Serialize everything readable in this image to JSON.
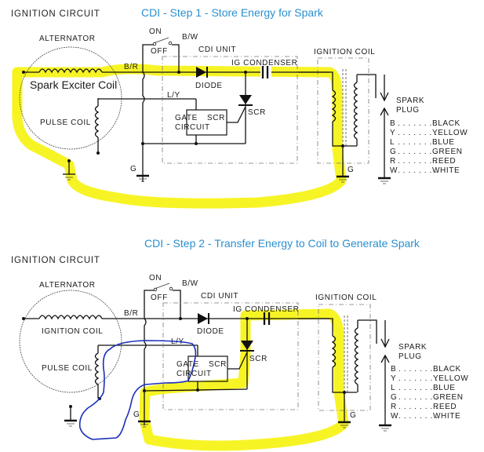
{
  "steps": [
    {
      "section_title": "IGNITION CIRCUIT",
      "step_title": "CDI - Step 1 - Store Energy for Spark",
      "labels": {
        "alternator": "ALTERNATOR",
        "source_coil": "Spark Exciter Coil",
        "pulse_coil": "PULSE COIL",
        "switch_on": "ON",
        "switch_off": "OFF",
        "wire_bw": "B/W",
        "wire_br": "B/R",
        "wire_ly": "L/Y",
        "cdi_unit": "CDI UNIT",
        "diode": "DIODE",
        "condenser": "IG CONDENSER",
        "gate": "GATE",
        "circuit": "CIRCUIT",
        "gate_scr": "SCR",
        "scr": "SCR",
        "ignition_coil": "IGNITION COIL",
        "spark": "SPARK",
        "plug": "PLUG",
        "ground_cdi": "G",
        "ground_coil": "G"
      },
      "highlight_color": "#f7f31a",
      "annotation_color": null
    },
    {
      "section_title": "IGNITION CIRCUIT",
      "step_title": "CDI - Step 2 - Transfer Energy to Coil to Generate Spark",
      "labels": {
        "alternator": "ALTERNATOR",
        "source_coil": "IGNITION COIL",
        "pulse_coil": "PULSE COIL",
        "switch_on": "ON",
        "switch_off": "OFF",
        "wire_bw": "B/W",
        "wire_br": "B/R",
        "wire_ly": "L/Y",
        "cdi_unit": "CDI UNIT",
        "diode": "DIODE",
        "condenser": "IG CONDENSER",
        "gate": "GATE",
        "circuit": "CIRCUIT",
        "gate_scr": "SCR",
        "scr": "SCR",
        "ignition_coil": "IGNITION COIL",
        "spark": "SPARK",
        "plug": "PLUG",
        "ground_cdi": "G",
        "ground_coil": "G"
      },
      "highlight_color": "#f7f31a",
      "annotation_color": "#1a2fb8"
    }
  ],
  "legend": [
    {
      "code": "B",
      "dots": ". . . . . . . .",
      "color": "BLACK"
    },
    {
      "code": "Y",
      "dots": ". . . . . . . .",
      "color": "YELLOW"
    },
    {
      "code": "L",
      "dots": ". . . . . . . .",
      "color": "BLUE"
    },
    {
      "code": "G",
      "dots": ". . . . . . . .",
      "color": "GREEN"
    },
    {
      "code": "R",
      "dots": ". . . . . . . .",
      "color": "REED"
    },
    {
      "code": "W",
      "dots": ". . . . . . . .",
      "color": "WHITE"
    }
  ]
}
